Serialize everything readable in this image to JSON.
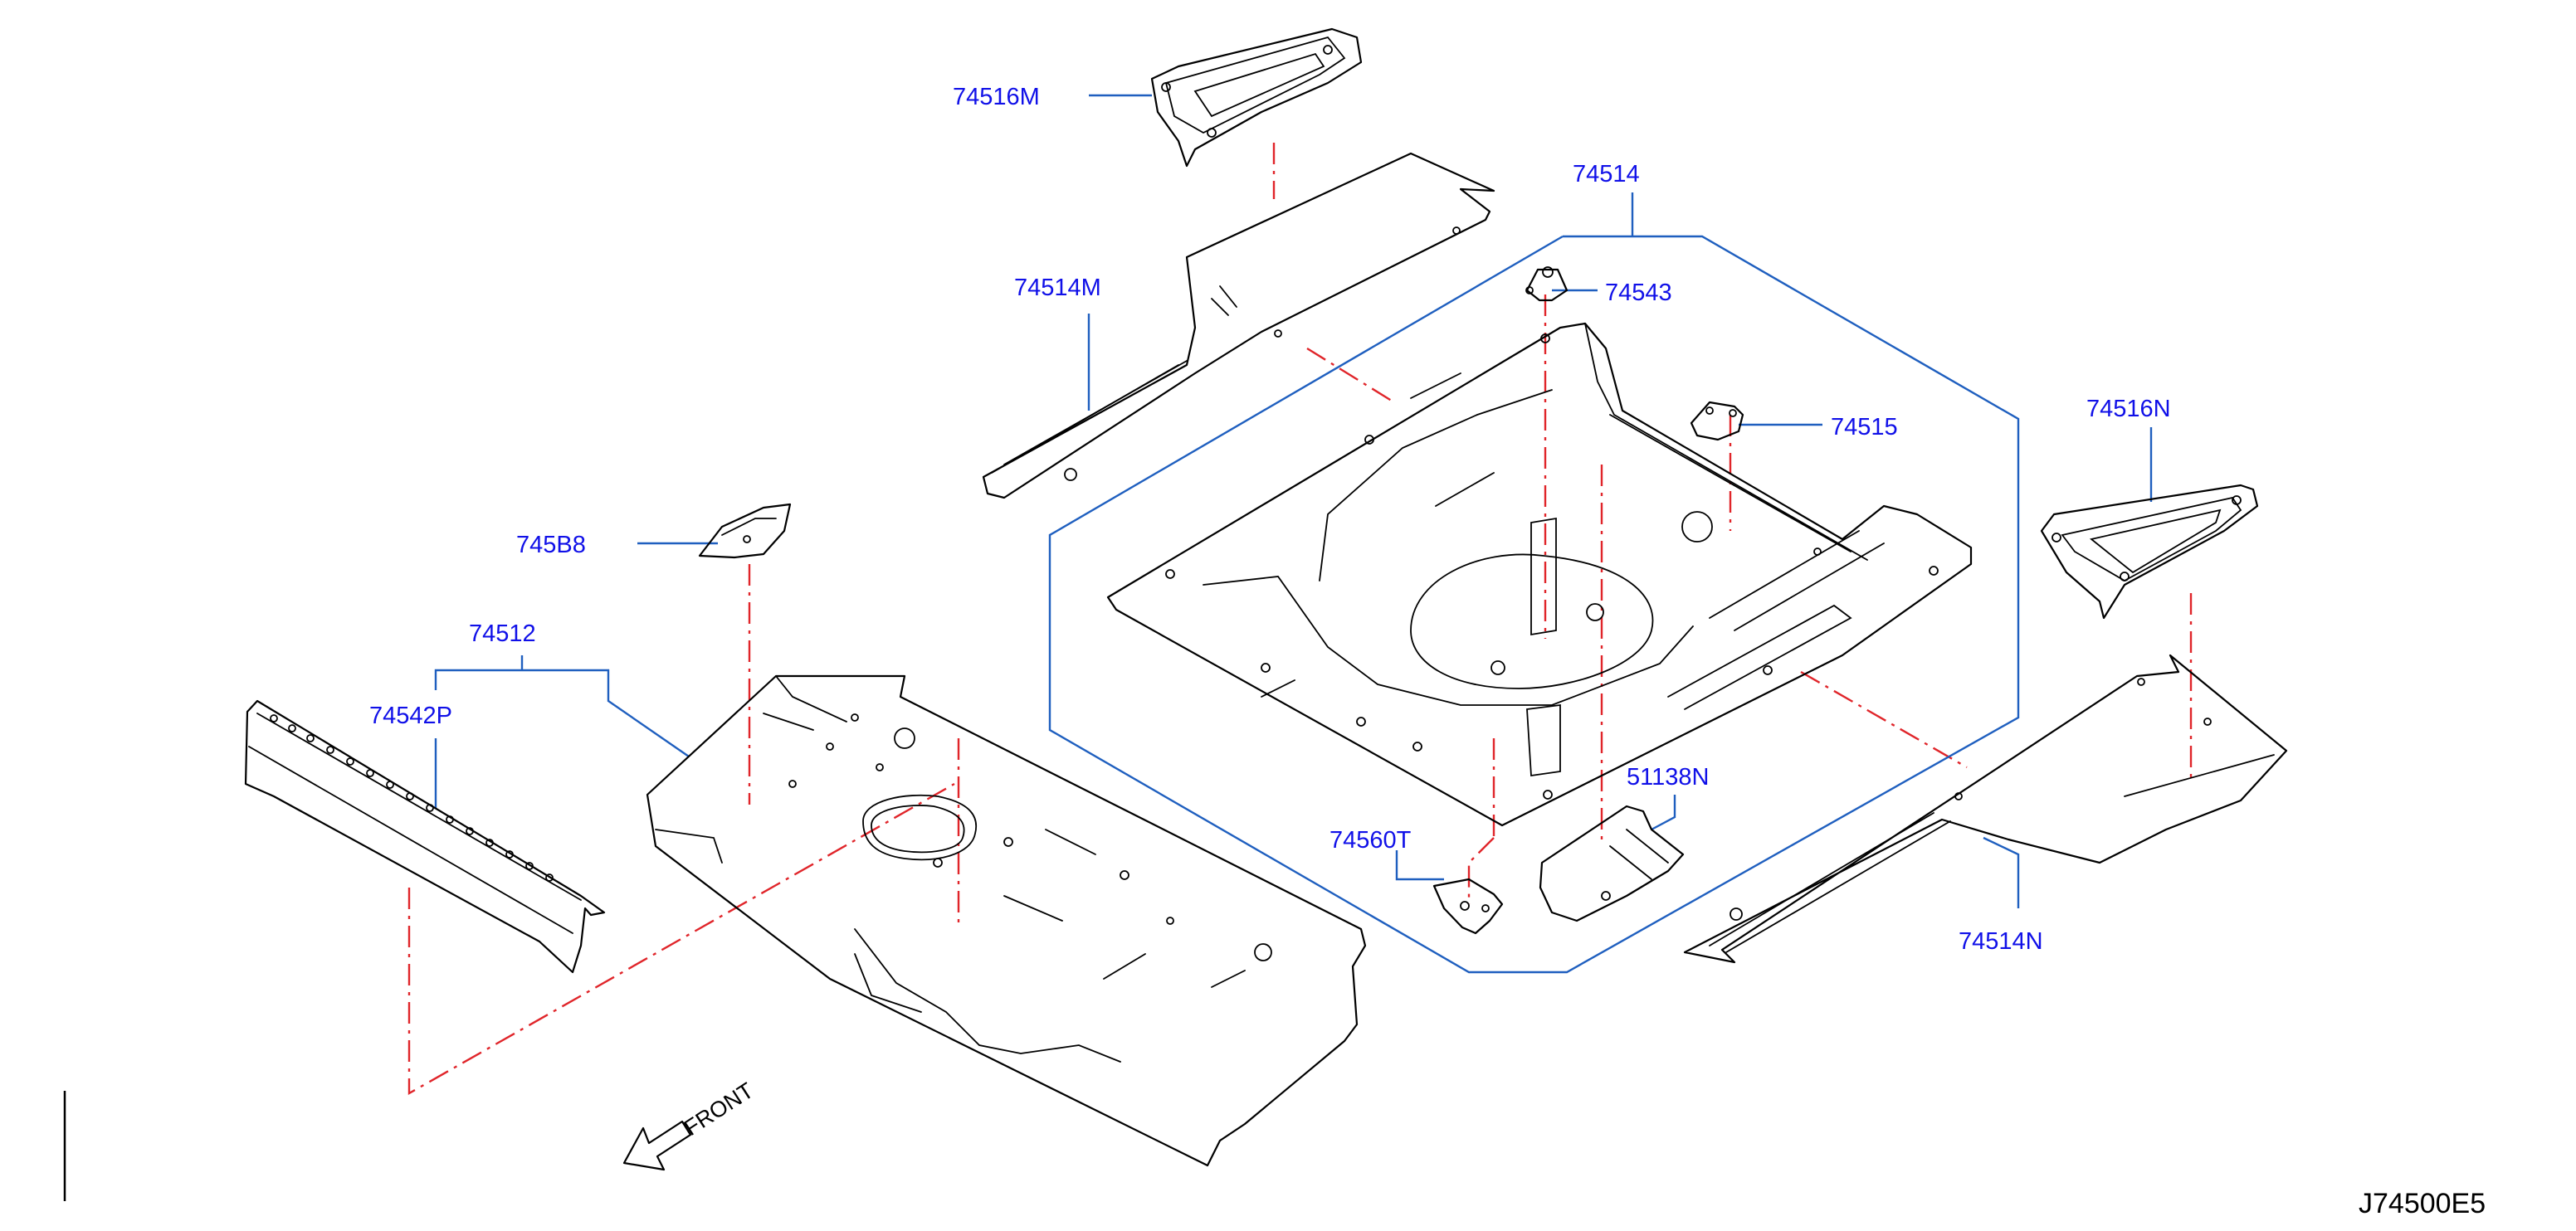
{
  "part_labels": {
    "p74516M": "74516M",
    "p74514": "74514",
    "p74514M": "74514M",
    "p74543": "74543",
    "p74515": "74515",
    "p74516N": "74516N",
    "p745B8": "745B8",
    "p74512": "74512",
    "p74542P": "74542P",
    "p51138N": "51138N",
    "p74560T": "74560T",
    "p74514N": "74514N"
  },
  "direction_label": "FRONT",
  "diagram_code": "J74500E5",
  "colors": {
    "label_text": "#1010e8",
    "leader_line": "#1f5fbf",
    "alignment_line": "#e0252a",
    "part_outline": "#000000"
  }
}
